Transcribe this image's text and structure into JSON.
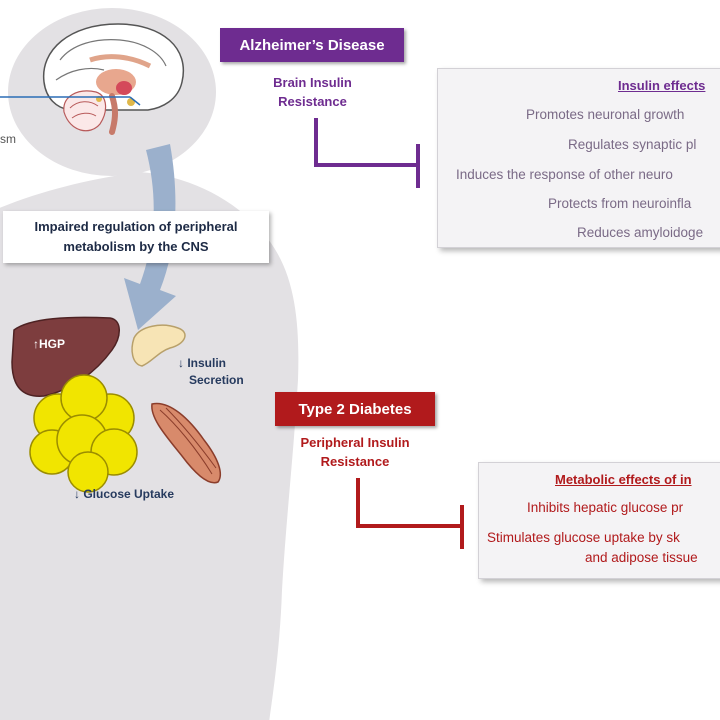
{
  "colors": {
    "alzheimer": "#6e2c90",
    "diabetes": "#b11a1c",
    "body": "#e3e1e4",
    "arrow": "#9bb0cc",
    "text_dark": "#1d2a45",
    "item_text": "#7a6a86",
    "liver": "#7d3d3e",
    "fat": "#f1e500"
  },
  "alzheimer": {
    "tag": "Alzheimer’s Disease",
    "subtitle_line1": "Brain Insulin",
    "subtitle_line2": "Resistance",
    "panel_title": "Insulin effects",
    "items": [
      "Promotes neuronal growth",
      "Regulates synaptic pl",
      "Induces the response of other neuro",
      "Protects from neuroinfla",
      "Reduces amyloidoge"
    ]
  },
  "diabetes": {
    "tag": "Type 2 Diabetes",
    "subtitle_line1": "Peripheral Insulin",
    "subtitle_line2": "Resistance",
    "panel_title": "Metabolic effects of in",
    "items": [
      "Inhibits hepatic glucose pr",
      "Stimulates glucose uptake by sk",
      "and adipose tissue"
    ]
  },
  "body": {
    "banner_line1": "Impaired regulation of peripheral",
    "banner_line2": "metabolism by the CNS",
    "hgp_label": "↑HGP",
    "insulin_line1": "↓ Insulin",
    "insulin_line2": "Secretion",
    "glucose_label": "↓ Glucose Uptake",
    "edge_text": "sm"
  }
}
